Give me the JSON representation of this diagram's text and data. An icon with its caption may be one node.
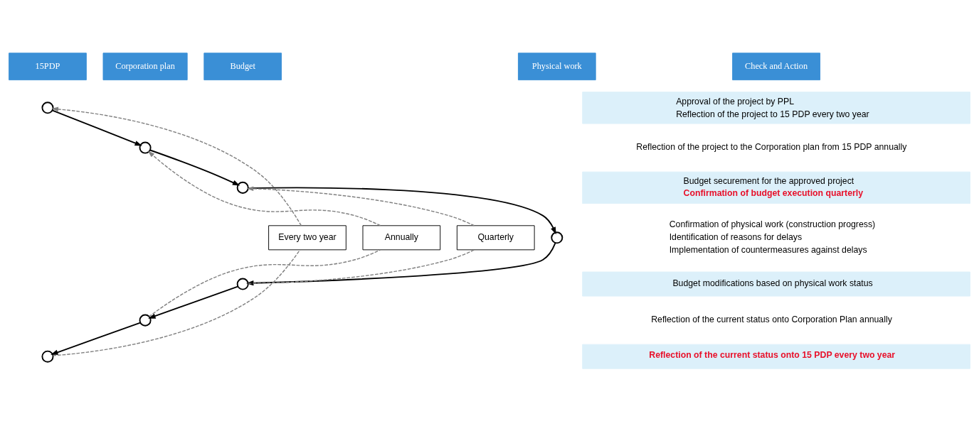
{
  "diagram": {
    "nodes": [
      {
        "text": [
          "15PDP"
        ]
      },
      {
        "text": [
          "Corporation plan"
        ]
      },
      {
        "text": [
          "Budget"
        ]
      },
      {
        "text": [
          "Physical work"
        ]
      },
      {
        "text": [
          "Check and Action"
        ]
      },
      {
        "text": [],
        "shape": "circle"
      },
      {
        "text": [
          "Approval of the project by PPL",
          "Reflection of the project to 15 PDP every two year"
        ]
      },
      {
        "text": [],
        "shape": "circle"
      },
      {
        "text": [
          "Reflection of the project to the Corporation plan from 15 PDP annually"
        ]
      },
      {
        "text": [],
        "shape": "circle"
      },
      {
        "text": [
          "Budget securement for the approved project",
          "Confirmation of budget execution quarterly"
        ]
      },
      {
        "text": [
          "Every two year"
        ]
      },
      {
        "text": [
          "Annually"
        ]
      },
      {
        "text": [
          "Quarterly"
        ]
      },
      {
        "text": [],
        "shape": "circle"
      },
      {
        "text": [
          "Confirmation of physical work (construction progress)",
          "Identification of reasons for delays",
          "Implementation of countermeasures against delays"
        ]
      },
      {
        "text": [],
        "shape": "circle"
      },
      {
        "text": [
          "Budget modifications based on physical work status"
        ]
      },
      {
        "text": [],
        "shape": "circle"
      },
      {
        "text": [
          "Reflection of the current status onto Corporation Plan annually"
        ]
      },
      {
        "text": [],
        "shape": "circle"
      },
      {
        "text": [
          "Reflection of the current status onto 15 PDP every two year"
        ]
      }
    ],
    "edges": [
      {
        "from": 5,
        "to": 7,
        "arrow": "to"
      },
      {
        "from": 7,
        "to": 9,
        "arrow": "to"
      },
      {
        "from": 9,
        "to": 14,
        "arrow": "to"
      },
      {
        "from": 14,
        "to": 16,
        "arrow": "to"
      },
      {
        "from": 16,
        "to": 18,
        "arrow": "to"
      },
      {
        "from": 18,
        "to": 20,
        "arrow": "to"
      },
      {
        "from": 20,
        "to": 11,
        "arrow": "none",
        "style": "dashed",
        "color": "#808080"
      },
      {
        "from": 11,
        "to": 5,
        "arrow": "to",
        "style": "dashed",
        "color": "#808080"
      },
      {
        "from": 18,
        "to": 12,
        "arrow": "none",
        "style": "dashed",
        "color": "#808080"
      },
      {
        "from": 12,
        "to": 7,
        "arrow": "to",
        "style": "dashed",
        "color": "#808080"
      },
      {
        "from": 16,
        "to": 13,
        "arrow": "none",
        "style": "dashed",
        "color": "#808080"
      },
      {
        "from": 13,
        "to": 9,
        "arrow": "to",
        "style": "dashed",
        "color": "#808080"
      }
    ]
  }
}
